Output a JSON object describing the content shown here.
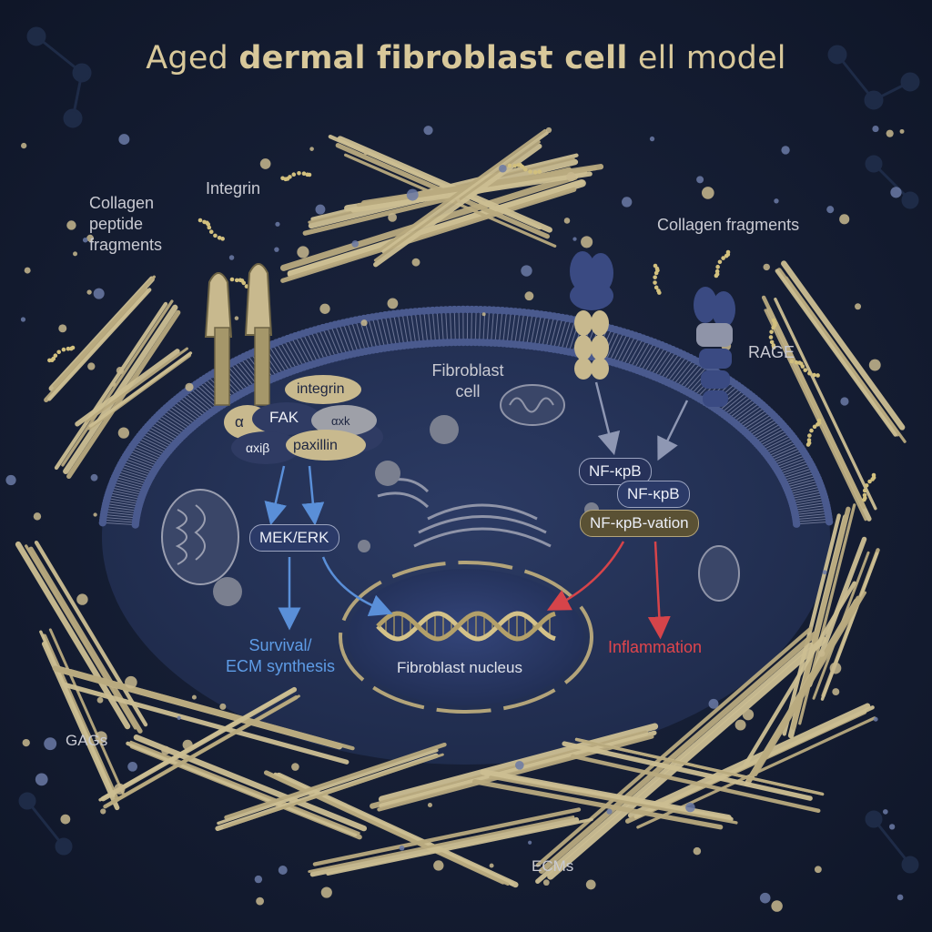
{
  "title": {
    "normal_a": "Aged ",
    "bold": "dermal fibroblast cell",
    "normal_b": " ell model"
  },
  "labels": {
    "collagen_peptide": [
      "Collagen",
      "peptide",
      "fragments"
    ],
    "integrin_top": "Integrin",
    "collagen_fragments": "Collagen fragments",
    "rage": "RAGE",
    "fibroblast_cell": [
      "Fibroblast",
      "cell"
    ],
    "gags": "GAGs",
    "ecms": "ECMs",
    "nucleus": "Fibroblast nucleus",
    "survival": [
      "Survival/",
      "ECM synthesis"
    ],
    "inflammation": "Inflammation"
  },
  "complex": {
    "integrin": "integrin",
    "fak": "FAK",
    "alpha": "α",
    "axk": "αxk",
    "axib": "αxiβ",
    "paxillin": "paxillin"
  },
  "pathway": {
    "mek_erk": "MEK/ERK",
    "nfkb_1": "NF-κpB",
    "nfkb_2": "NF-κpB",
    "nfkb_3": "NF-κpB-vation"
  },
  "colors": {
    "background": "#121a2e",
    "cell_fill": "#26345a",
    "fiber": "#c8b98e",
    "title": "#d8c89a",
    "blue_arrow": "#5a8fd8",
    "red_arrow": "#d6444a",
    "label": "#c9cad2"
  }
}
